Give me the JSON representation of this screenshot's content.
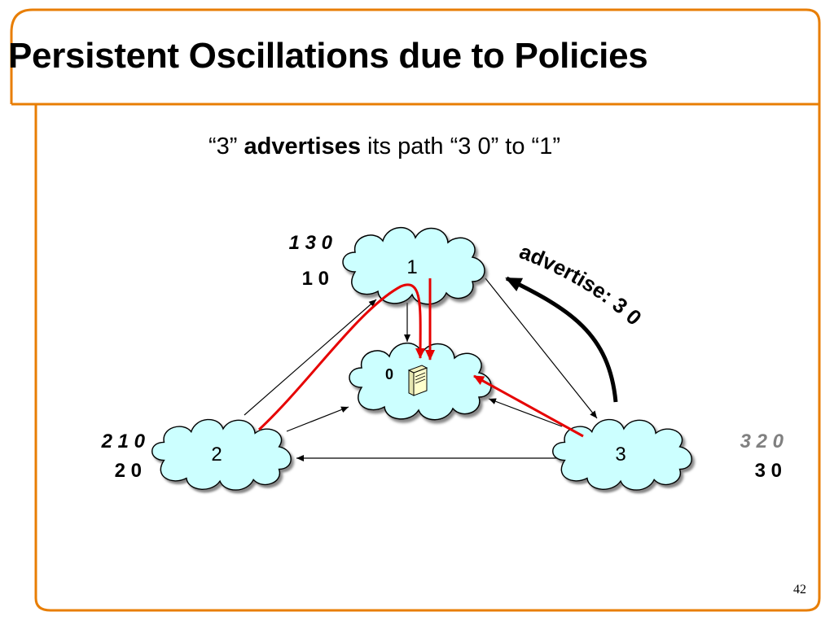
{
  "slide": {
    "title": "Persistent Oscillations due to Policies",
    "subtitle": {
      "prefix": "“3” ",
      "bold": "advertises",
      "suffix": " its path “3 0” to “1”"
    },
    "page_number": "42"
  },
  "diagram": {
    "nodes": [
      {
        "id": "node-1",
        "label": "1"
      },
      {
        "id": "node-2",
        "label": "2"
      },
      {
        "id": "node-3",
        "label": "3"
      },
      {
        "id": "node-0",
        "label": "0"
      }
    ],
    "path_preferences": {
      "node1": {
        "preferred": "1 3 0",
        "fallback": "1 0"
      },
      "node2": {
        "preferred": "2 1 0",
        "fallback": "2 0"
      },
      "node3": {
        "preferred": "3 2 0",
        "fallback": "3 0"
      }
    },
    "advertise_label": "advertise: 3 0",
    "server_icon": "server-icon"
  },
  "colors": {
    "frame": "#E87E04",
    "cloud_fill": "#CCFFFF",
    "highlight_path": "#E60000",
    "grey_text": "#808080"
  }
}
